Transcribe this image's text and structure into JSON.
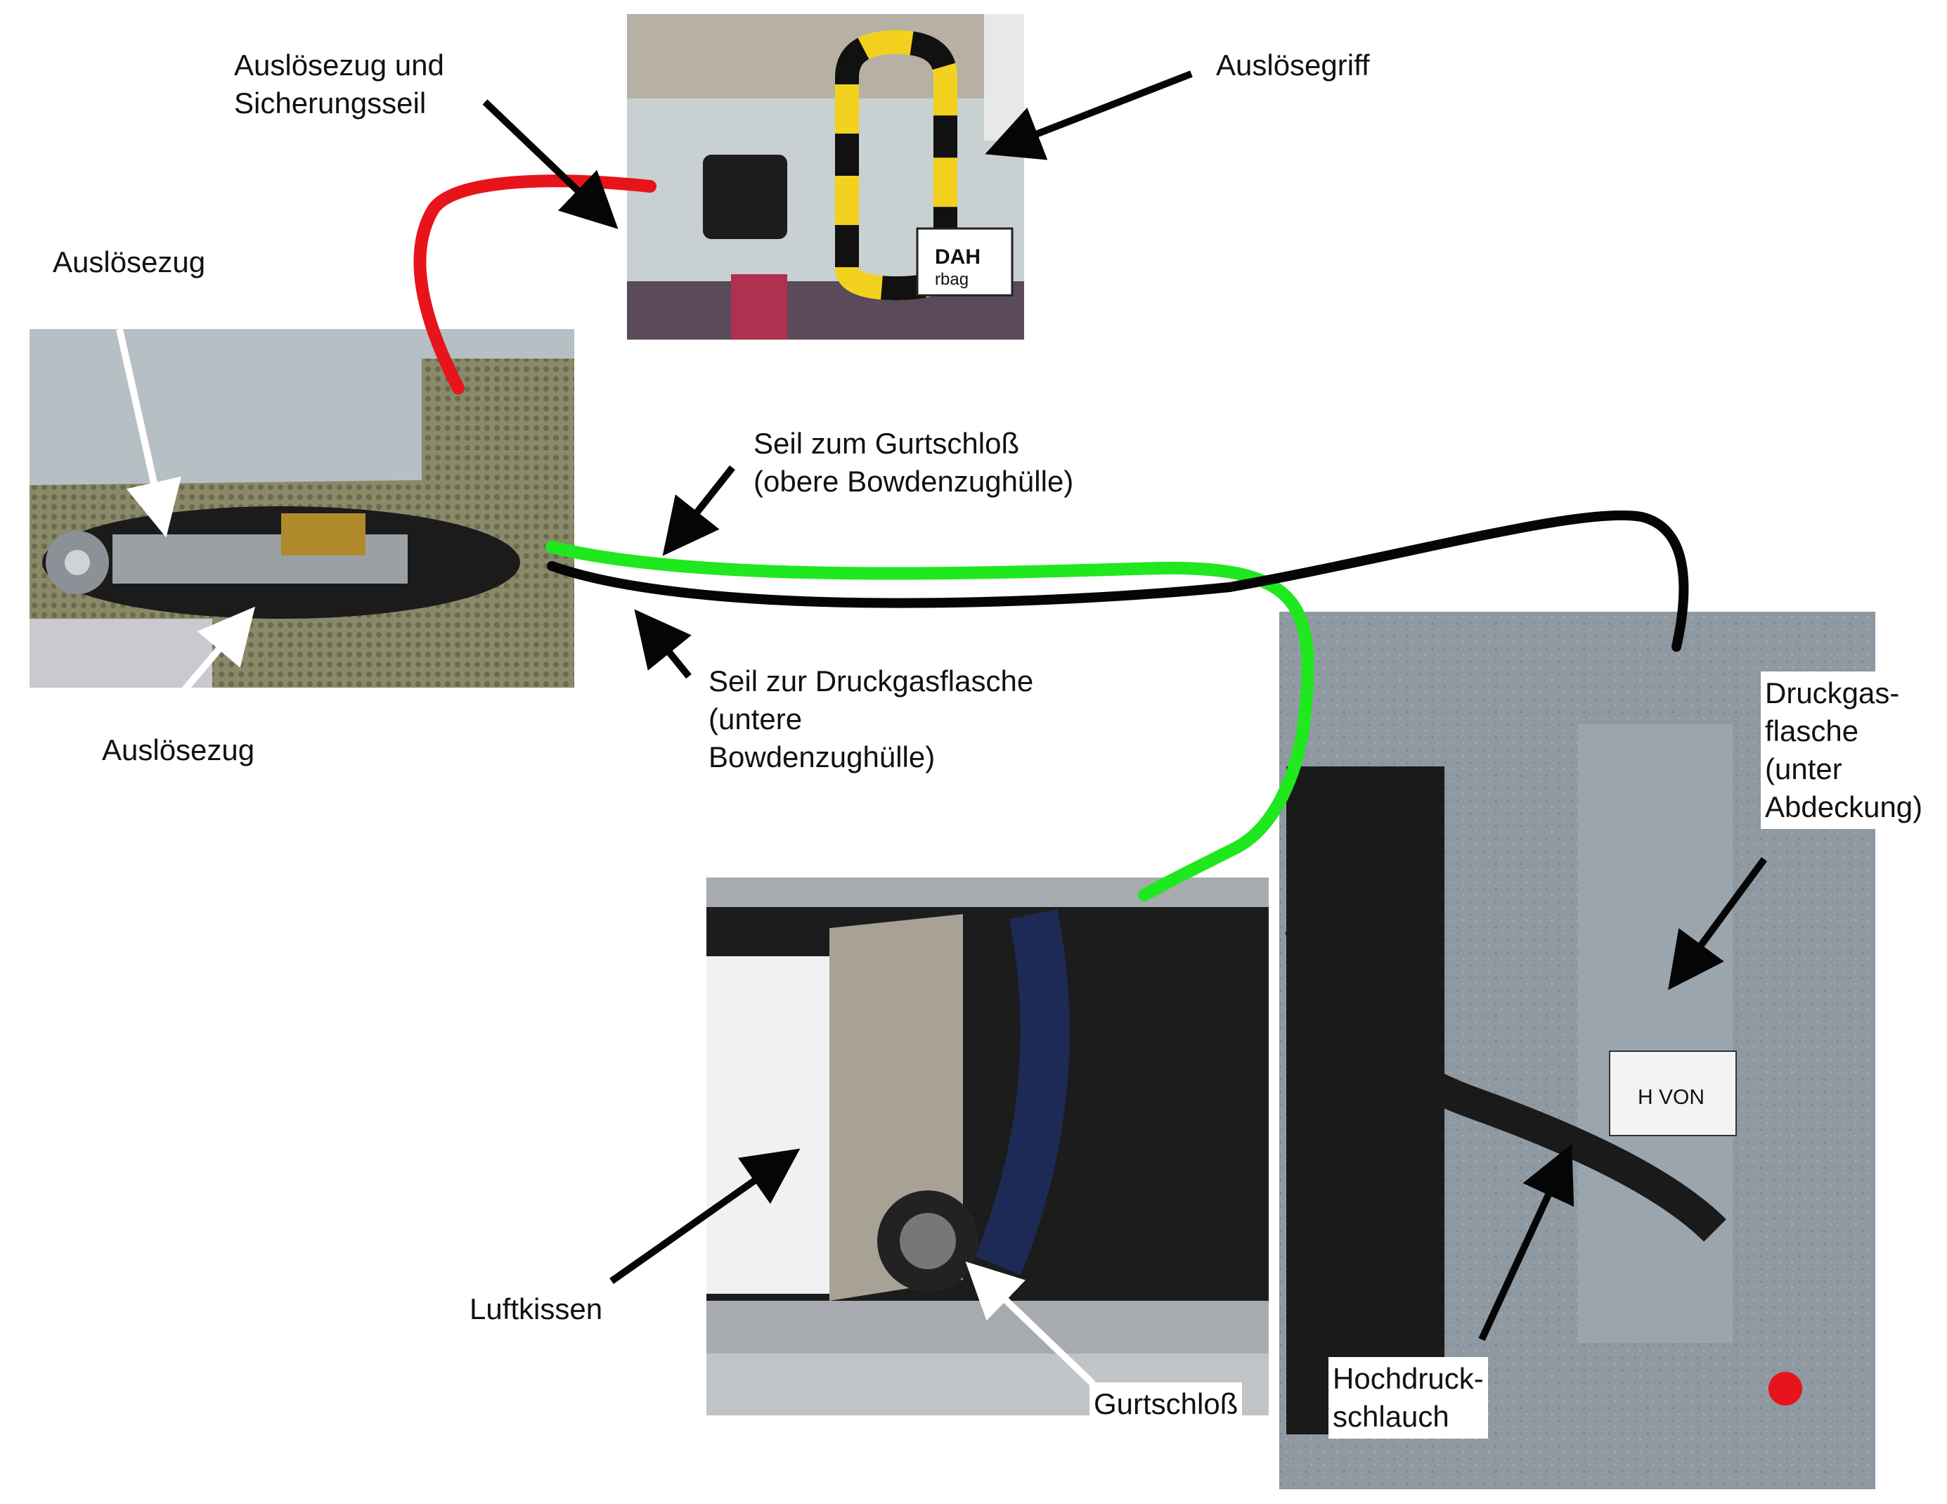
{
  "labels": {
    "release_pull_and_safety_rope": "Auslösezug und\nSicherungsseil",
    "release_handle": "Auslösegriff",
    "release_pull_top": "Auslösezug",
    "release_pull_bottom": "Auslösezug",
    "rope_to_buckle": "Seil zum Gurtschloß\n(obere Bowdenzughülle)",
    "rope_to_gas_bottle": "Seil zur Druckgasflasche\n(untere\nBowdenzughülle)",
    "gas_bottle": "Druckgas-\nflasche\n(unter\nAbdeckung)",
    "airbag_cushion": "Luftkissen",
    "belt_buckle": "Gurtschloß",
    "high_pressure_hose": "Hochdruck-\nschlauch"
  },
  "sticker": {
    "top_photo_text_1": "DAH",
    "top_photo_text_2": "rbag",
    "bottle_tag": "H VON"
  },
  "colors": {
    "cable_red": "#e8141b",
    "cable_green": "#1fe81f",
    "cable_black": "#050505",
    "arrow_white": "#ffffff",
    "photo_grey": "#9aa5ad",
    "handle_yellow": "#f2d21e"
  }
}
